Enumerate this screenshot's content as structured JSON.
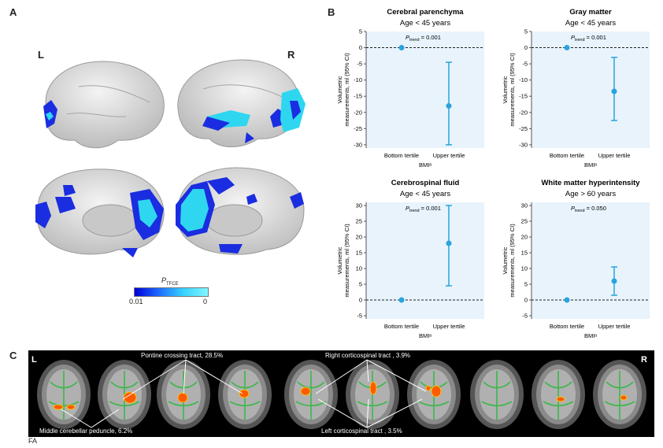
{
  "panels": {
    "a": "A",
    "b": "B",
    "c": "C"
  },
  "panelA": {
    "left_label": "L",
    "right_label": "R",
    "colorbar": {
      "title": "P",
      "title_sub": "TFCE",
      "min_label": "0.01",
      "max_label": "0"
    }
  },
  "chart_data": [
    {
      "type": "errorbar",
      "title": "Cerebral parenchyma",
      "subtitle": "Age < 45 years",
      "ylabel": "Volumetric measurements, ml (95% CI)",
      "xlabel": "BMIᵃ",
      "ptrend_label": "P",
      "ptrend_sub": "trend",
      "ptrend_value": " = 0.001",
      "categories": [
        "Bottom tertile",
        "Upper tertile"
      ],
      "values": [
        0,
        -18
      ],
      "ci_low": [
        0,
        -30
      ],
      "ci_high": [
        0,
        -4.5
      ],
      "ylim": [
        -31,
        5
      ],
      "yticks": [
        5,
        0,
        -5,
        -10,
        -15,
        -20,
        -25,
        -30
      ]
    },
    {
      "type": "errorbar",
      "title": "Gray matter",
      "subtitle": "Age < 45 years",
      "ylabel": "Volumetric measurements, ml (95% CI)",
      "xlabel": "BMIᵃ",
      "ptrend_label": "P",
      "ptrend_sub": "trend",
      "ptrend_value": " = 0.001",
      "categories": [
        "Bottom tertile",
        "Upper tertile"
      ],
      "values": [
        0,
        -13.5
      ],
      "ci_low": [
        0,
        -22.5
      ],
      "ci_high": [
        0,
        -3
      ],
      "ylim": [
        -31,
        5
      ],
      "yticks": [
        5,
        0,
        -5,
        -10,
        -15,
        -20,
        -25,
        -30
      ]
    },
    {
      "type": "errorbar",
      "title": "Cerebrospinal fluid",
      "subtitle": "Age < 45 years",
      "ylabel": "Volumetric measurements, ml (95% CI)",
      "xlabel": "BMIᵃ",
      "ptrend_label": "P",
      "ptrend_sub": "trend",
      "ptrend_value": " = 0.001",
      "categories": [
        "Bottom tertile",
        "Upper tertile"
      ],
      "values": [
        0,
        18
      ],
      "ci_low": [
        0,
        4.5
      ],
      "ci_high": [
        0,
        30
      ],
      "ylim": [
        -6,
        31
      ],
      "yticks": [
        30,
        25,
        20,
        15,
        10,
        5,
        0,
        -5
      ]
    },
    {
      "type": "errorbar",
      "title": "White matter hyperintensity",
      "subtitle": "Age > 60 years",
      "ylabel": "Volumetric measurements, ml (95% CI)",
      "xlabel": "BMIᵃ",
      "ptrend_label": "P",
      "ptrend_sub": "trend",
      "ptrend_value": " = 0.050",
      "categories": [
        "Bottom tertile",
        "Upper tertile"
      ],
      "values": [
        0,
        6
      ],
      "ci_low": [
        0,
        1.5
      ],
      "ci_high": [
        0,
        10.5
      ],
      "ylim": [
        -6,
        31
      ],
      "yticks": [
        30,
        25,
        20,
        15,
        10,
        5,
        0,
        -5
      ]
    }
  ],
  "panelC": {
    "left_label": "L",
    "right_label": "R",
    "annotations": {
      "pontine": "Pontine crossing tract, 28.5%",
      "right_cst": "Right corticospinal tract ,   3.9%",
      "mcp": "Middle cerebellar peduncle, 6.2%",
      "left_cst": "Left corticospinal tract ,   3.5%"
    },
    "fa_label": "FA"
  },
  "colors": {
    "accent": "#29a3dd",
    "plot_bg": "#e8f3fc",
    "blob_dark": "#1a2de0",
    "blob_light": "#2fd6f0"
  }
}
